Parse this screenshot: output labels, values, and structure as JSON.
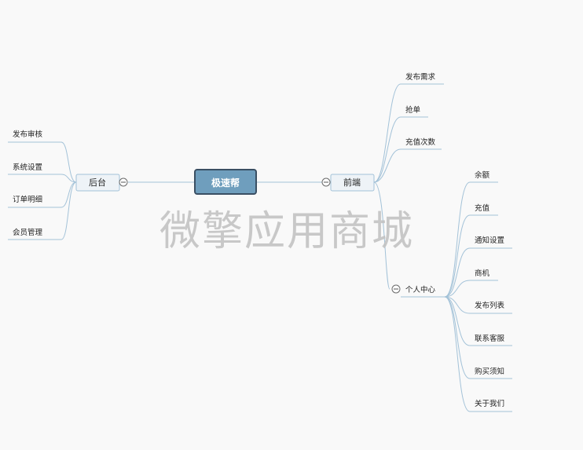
{
  "root": {
    "label": "极速帮"
  },
  "left_branch": {
    "label": "后台",
    "items": [
      "发布审核",
      "系统设置",
      "订单明细",
      "会员管理"
    ]
  },
  "right_branch": {
    "label": "前端",
    "items": [
      "发布需求",
      "抢单",
      "充值次数"
    ],
    "sub_branch": {
      "label": "个人中心",
      "items": [
        "余额",
        "充值",
        "通知设置",
        "商机",
        "发布列表",
        "联系客服",
        "购买须知",
        "关于我们"
      ]
    }
  },
  "watermark": "微擎应用商城",
  "colors": {
    "root_fill": "#6f9ebd",
    "root_border": "#3a4f63",
    "connector": "#a3c2d8",
    "node_fill": "#eef3f7"
  }
}
